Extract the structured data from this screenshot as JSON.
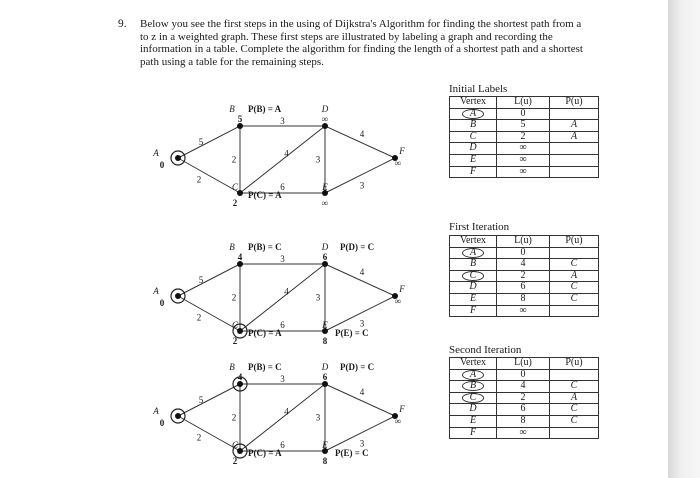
{
  "problem": {
    "number": "9.",
    "lines": [
      "Below you see the first steps in the using of Dijkstra's Algorithm for finding the shortest path from a",
      "to z in a weighted graph.  These first steps are illustrated by labeling a graph and recording the",
      "information in a table.  Complete the algorithm for finding the length of a shortest path and a shortest",
      "path using a table for the remaining steps."
    ]
  },
  "graphs": [
    {
      "labels": {
        "B": "B",
        "D": "D",
        "A": "A",
        "C": "C",
        "E": "E",
        "F": "F",
        "pb": "P(B) = A",
        "pc": "P(C) = A",
        "pd": "",
        "pe": "",
        "lb": "5",
        "lc": "2",
        "ld": "∞",
        "le": "∞",
        "la": "0",
        "lf": "∞",
        "w_ab": "5",
        "w_ac": "2",
        "w_bc": "2",
        "w_bd": "3",
        "w_cd": "4",
        "w_ce": "6",
        "w_de": "3",
        "w_df": "4",
        "w_ef": "3"
      },
      "circled": [
        "A"
      ]
    },
    {
      "labels": {
        "B": "B",
        "D": "D",
        "A": "A",
        "C": "C",
        "E": "E",
        "F": "F",
        "pb": "P(B) = C",
        "pc": "P(C) = A",
        "pd": "P(D) = C",
        "pe": "P(E) = C",
        "lb": "4",
        "lc": "2",
        "ld": "6",
        "le": "8",
        "la": "0",
        "lf": "∞",
        "w_ab": "5",
        "w_ac": "2",
        "w_bc": "2",
        "w_bd": "3",
        "w_cd": "4",
        "w_ce": "6",
        "w_de": "3",
        "w_df": "4",
        "w_ef": "3"
      },
      "circled": [
        "A",
        "C"
      ]
    },
    {
      "labels": {
        "B": "B",
        "D": "D",
        "A": "A",
        "C": "C",
        "E": "E",
        "F": "F",
        "pb": "P(B) = C",
        "pc": "P(C) = A",
        "pd": "P(D) = C",
        "pe": "P(E) = C",
        "lb": "4",
        "lc": "2",
        "ld": "6",
        "le": "8",
        "la": "0",
        "lf": "∞",
        "w_ab": "5",
        "w_ac": "2",
        "w_bc": "2",
        "w_bd": "3",
        "w_cd": "4",
        "w_ce": "6",
        "w_de": "3",
        "w_df": "4",
        "w_ef": "3"
      },
      "circled": [
        "A",
        "B",
        "C"
      ]
    }
  ],
  "tables": [
    {
      "caption": "Initial Labels",
      "headers": [
        "Vertex",
        "L(u)",
        "P(u)"
      ],
      "rows": [
        {
          "v": "A",
          "l": "0",
          "p": "",
          "circled": true
        },
        {
          "v": "B",
          "l": "5",
          "p": "A",
          "circled": false
        },
        {
          "v": "C",
          "l": "2",
          "p": "A",
          "circled": false
        },
        {
          "v": "D",
          "l": "∞",
          "p": "",
          "circled": false
        },
        {
          "v": "E",
          "l": "∞",
          "p": "",
          "circled": false
        },
        {
          "v": "F",
          "l": "∞",
          "p": "",
          "circled": false
        }
      ]
    },
    {
      "caption": "First Iteration",
      "headers": [
        "Vertex",
        "L(u)",
        "P(u)"
      ],
      "rows": [
        {
          "v": "A",
          "l": "0",
          "p": "",
          "circled": true
        },
        {
          "v": "B",
          "l": "4",
          "p": "C",
          "circled": false
        },
        {
          "v": "C",
          "l": "2",
          "p": "A",
          "circled": true
        },
        {
          "v": "D",
          "l": "6",
          "p": "C",
          "circled": false
        },
        {
          "v": "E",
          "l": "8",
          "p": "C",
          "circled": false
        },
        {
          "v": "F",
          "l": "∞",
          "p": "",
          "circled": false
        }
      ]
    },
    {
      "caption": "Second Iteration",
      "headers": [
        "Vertex",
        "L(u)",
        "P(u)"
      ],
      "rows": [
        {
          "v": "A",
          "l": "0",
          "p": "",
          "circled": true
        },
        {
          "v": "B",
          "l": "4",
          "p": "C",
          "circled": true
        },
        {
          "v": "C",
          "l": "2",
          "p": "A",
          "circled": true
        },
        {
          "v": "D",
          "l": "6",
          "p": "C",
          "circled": false
        },
        {
          "v": "E",
          "l": "8",
          "p": "C",
          "circled": false
        },
        {
          "v": "F",
          "l": "∞",
          "p": "",
          "circled": false
        }
      ]
    }
  ]
}
